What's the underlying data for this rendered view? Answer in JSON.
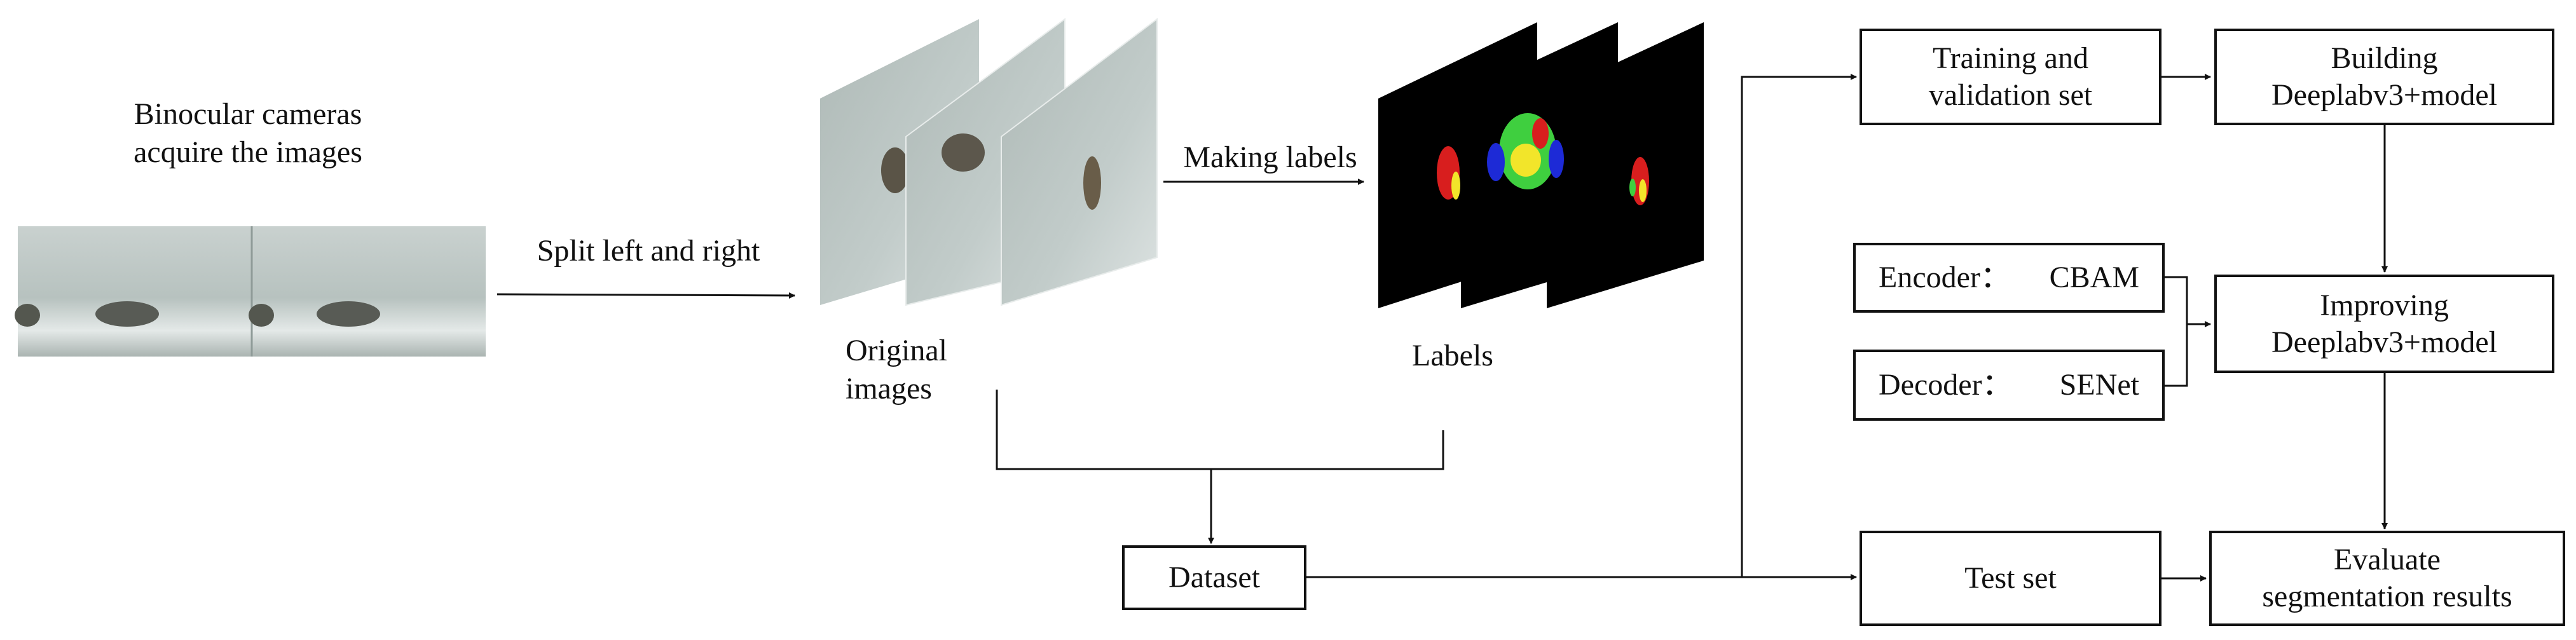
{
  "title_lines": [
    "Binocular cameras",
    "acquire the images"
  ],
  "split_label": "Split left and right",
  "making_labels": "Making labels",
  "original_images_lines": [
    "Original",
    "images"
  ],
  "labels_caption": "Labels",
  "dataset": "Dataset",
  "training_lines": [
    "Training and",
    "validation set"
  ],
  "building_lines": [
    "Building",
    "Deeplabv3+model"
  ],
  "encoder": {
    "key": "Encoder：",
    "value": "CBAM"
  },
  "decoder": {
    "key": "Decoder：",
    "value": "SENet"
  },
  "improving_lines": [
    "Improving",
    "Deeplabv3+model"
  ],
  "test_set": "Test set",
  "evaluate_lines": [
    "Evaluate",
    "segmentation results"
  ],
  "colors": {
    "line": "#111111",
    "photo_bg": "#b9c3c1",
    "label_bg": "#000000",
    "seg_red": "#d81e1e",
    "seg_green": "#3fcf3f",
    "seg_yellow": "#f2e52a",
    "seg_blue": "#1d2ad6"
  }
}
